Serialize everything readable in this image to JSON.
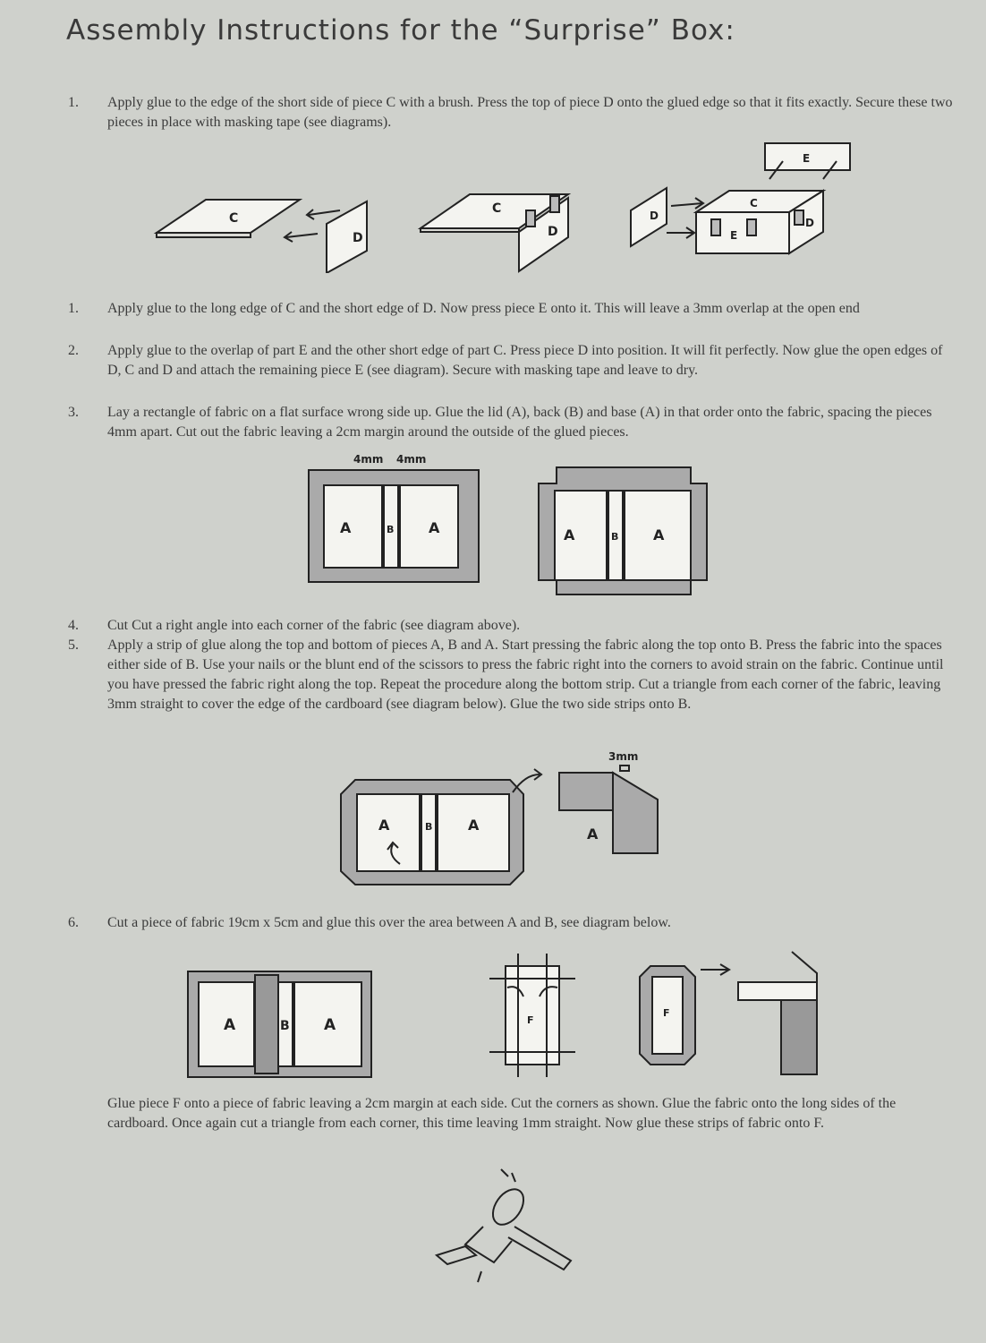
{
  "title": "Assembly Instructions for the “Surprise” Box:",
  "steps": [
    {
      "num": "1.",
      "text": "Apply glue to the edge of the short side of piece C with a brush. Press the top of piece D onto the glued edge so that it fits exactly. Secure these two pieces in place with masking tape (see diagrams)."
    },
    {
      "num": "1.",
      "text": "Apply glue to the long edge of C and the short edge of D. Now press piece E onto it. This will leave a 3mm overlap at the open end"
    },
    {
      "num": "2.",
      "text": "Apply glue to the overlap of part E and the other short edge of part C. Press piece D into position. It will fit perfectly. Now glue the open edges of D, C and D and attach the remaining piece E (see diagram). Secure with masking tape and leave to dry."
    },
    {
      "num": "3.",
      "text": "Lay a rectangle of fabric on a flat surface wrong side up. Glue the lid (A), back (B) and base (A) in that order onto the fabric, spacing the pieces 4mm apart. Cut out the fabric leaving a 2cm margin around the outside of the glued pieces."
    },
    {
      "num": "4.",
      "text": "Cut Cut a right angle into each corner of the fabric (see diagram above)."
    },
    {
      "num": "5.",
      "text": "Apply a strip of glue along the top and bottom of pieces A, B and A. Start pressing the fabric along the top onto B. Press the fabric into the spaces either side of B. Use your nails or the blunt end of the scissors to press the fabric right into the corners to avoid strain on the fabric. Continue until you have pressed the fabric right along the top. Repeat the procedure along the bottom strip. Cut a triangle from each corner of the fabric, leaving 3mm straight to cover the edge of the cardboard (see diagram below). Glue the two side strips onto B."
    },
    {
      "num": "6.",
      "text": "Cut a piece of fabric 19cm x 5cm and glue this over the area between A and B, see diagram below."
    }
  ],
  "final_paragraph": "Glue piece F onto a piece of fabric leaving a 2cm margin at each side. Cut the corners as shown. Glue the fabric onto the long sides of the cardboard. Once again cut a triangle from each corner, this time leaving 1mm straight. Now glue these strips of fabric onto F.",
  "diagram_labels": {
    "c": "C",
    "d": "D",
    "e": "E",
    "a": "A",
    "b": "B",
    "f": "F",
    "mm4_left": "4mm",
    "mm4_right": "4mm",
    "mm3": "3mm"
  }
}
